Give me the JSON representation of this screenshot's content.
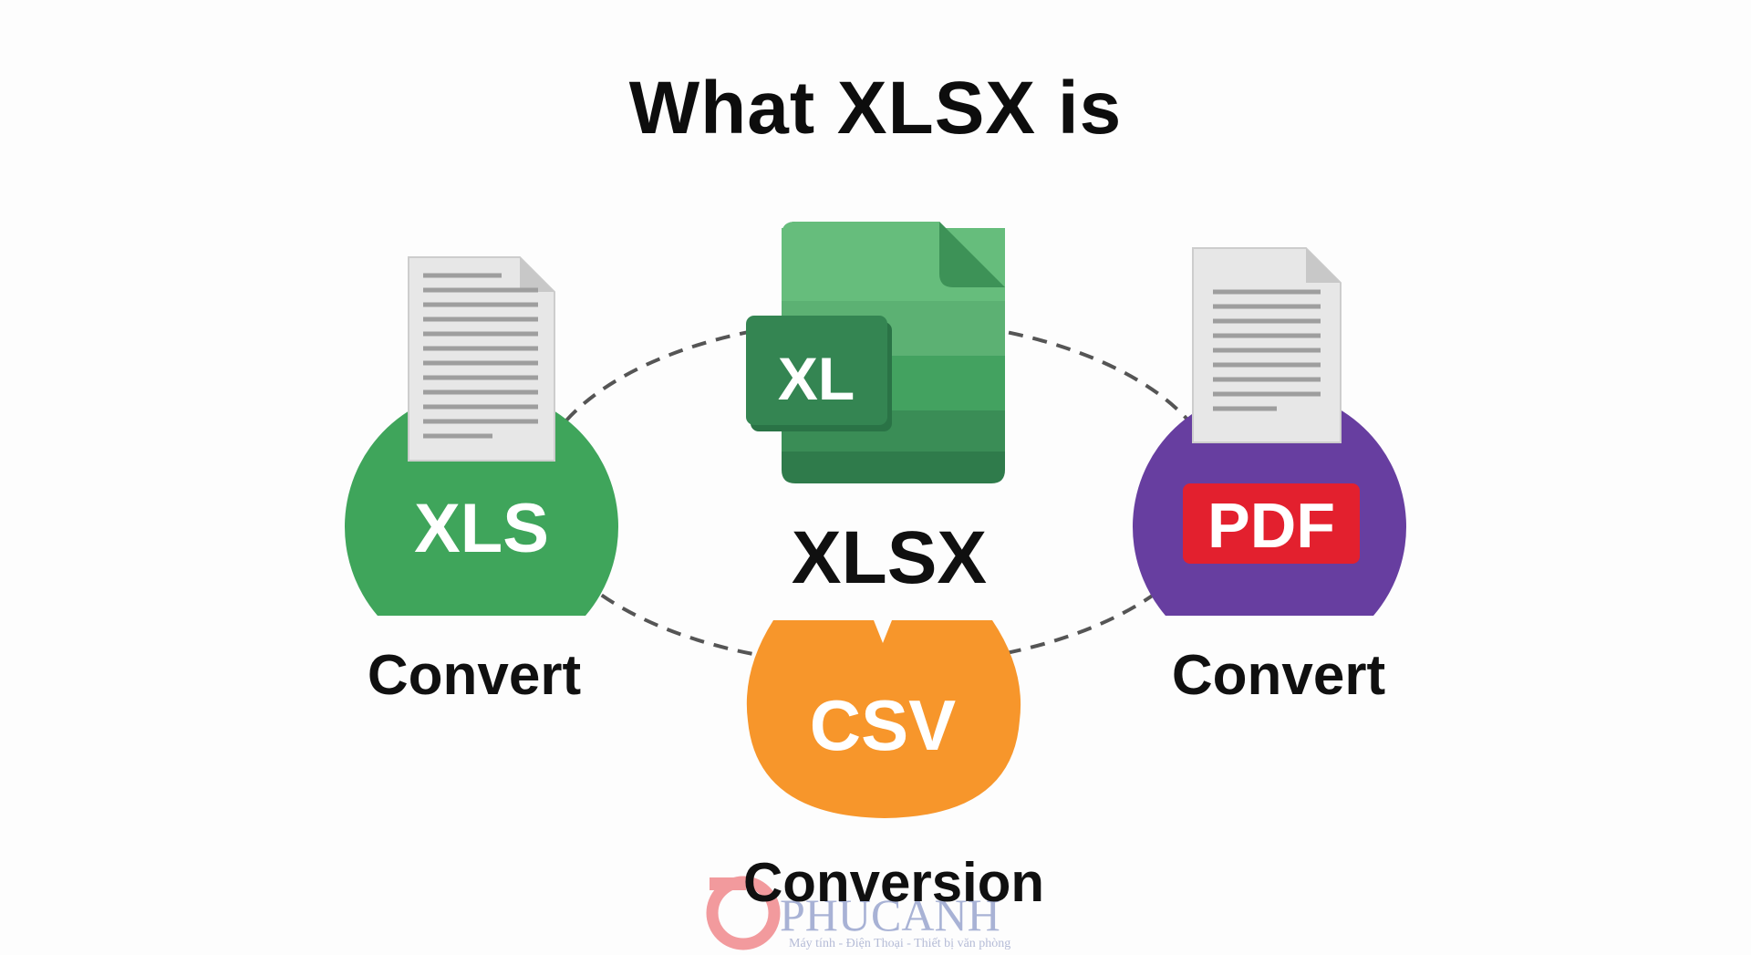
{
  "title": "What XLSX is",
  "center": {
    "icon_text": "XL",
    "label": "XLSX"
  },
  "nodes": {
    "xls": {
      "badge": "XLS",
      "label": "Convert",
      "color": "#3fa55b"
    },
    "pdf": {
      "badge": "PDF",
      "label": "Convert",
      "color": "#673ea0",
      "badge_color": "#e3202e"
    },
    "csv": {
      "badge": "CSV",
      "label": "Conversion",
      "color": "#f7962b"
    }
  },
  "watermark": {
    "brand": "PHUCANH",
    "tagline": "Máy tính - Điện Thoại - Thiết bị văn phòng"
  },
  "colors": {
    "excel_light": "#66bd7c",
    "excel_mid": "#43a260",
    "excel_dark": "#2f7b4b",
    "connector": "#555555"
  }
}
